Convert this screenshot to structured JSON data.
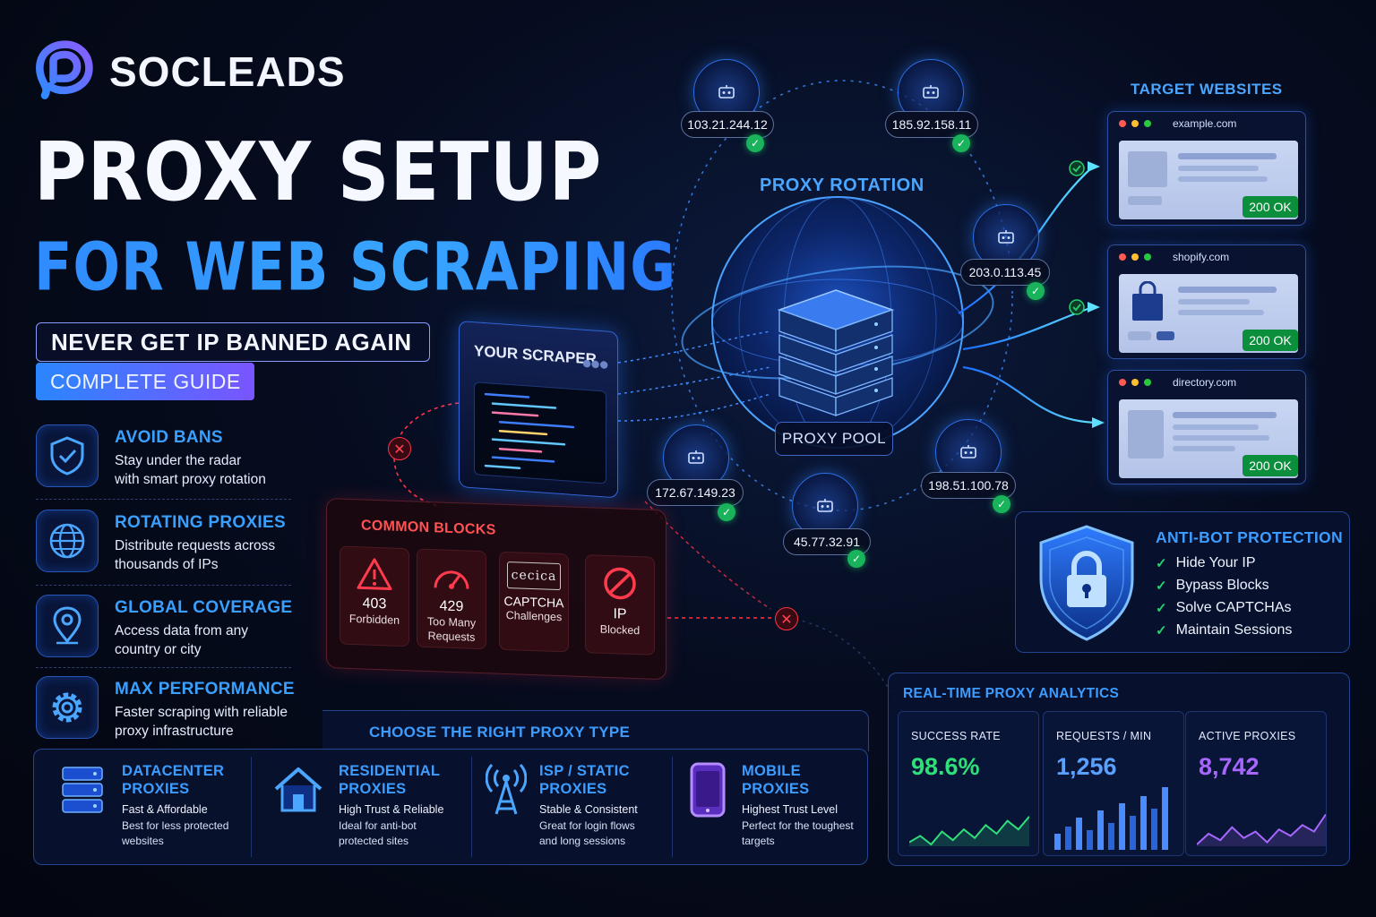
{
  "brand": {
    "name": "SOCLEADS"
  },
  "hero": {
    "line1": "PROXY SETUP",
    "line2": "FOR WEB SCRAPING",
    "tagline": "NEVER GET IP BANNED AGAIN",
    "badge": "COMPLETE GUIDE"
  },
  "features": [
    {
      "icon": "shield-check-icon",
      "title": "AVOID BANS",
      "desc1": "Stay under the radar",
      "desc2": "with smart proxy rotation"
    },
    {
      "icon": "globe-icon",
      "title": "ROTATING PROXIES",
      "desc1": "Distribute requests across",
      "desc2": "thousands of IPs"
    },
    {
      "icon": "location-pin-icon",
      "title": "GLOBAL COVERAGE",
      "desc1": "Access data from any",
      "desc2": "country or city"
    },
    {
      "icon": "gear-icon",
      "title": "MAX PERFORMANCE",
      "desc1": "Faster scraping with reliable",
      "desc2": "proxy infrastructure"
    }
  ],
  "network": {
    "rotation_label": "PROXY ROTATION",
    "pool_label": "PROXY POOL",
    "scraper_title": "YOUR SCRAPER",
    "nodes": [
      {
        "ip": "103.21.244.12"
      },
      {
        "ip": "185.92.158.11"
      },
      {
        "ip": "203.0.113.45"
      },
      {
        "ip": "198.51.100.78"
      },
      {
        "ip": "45.77.32.91"
      },
      {
        "ip": "172.67.149.23"
      }
    ]
  },
  "blocks": {
    "title": "COMMON BLOCKS",
    "items": [
      {
        "icon": "warning-icon",
        "code": "403",
        "sub": "Forbidden"
      },
      {
        "icon": "speedometer-icon",
        "code": "429",
        "sub": "Too Many Requests"
      },
      {
        "icon": "captcha-icon",
        "captcha_text": "cecica",
        "code": "CAPTCHA",
        "sub": "Challenges"
      },
      {
        "icon": "blocked-icon",
        "code": "IP",
        "sub": "Blocked"
      }
    ]
  },
  "targets": {
    "title": "TARGET WEBSITES",
    "sites": [
      {
        "url": "example.com",
        "status": "200 OK"
      },
      {
        "url": "shopify.com",
        "status": "200 OK"
      },
      {
        "url": "directory.com",
        "status": "200 OK"
      }
    ]
  },
  "antibot": {
    "title": "ANTI-BOT PROTECTION",
    "items": [
      "Hide Your IP",
      "Bypass Blocks",
      "Solve CAPTCHAs",
      "Maintain Sessions"
    ]
  },
  "analytics": {
    "title": "REAL-TIME PROXY ANALYTICS",
    "metrics": [
      {
        "label": "SUCCESS RATE",
        "value": "98.6%",
        "color": "#2fe07a",
        "spark": [
          28,
          22,
          30,
          18,
          26,
          16,
          24,
          12,
          20,
          8,
          16,
          4
        ]
      },
      {
        "label": "REQUESTS / MIN",
        "value": "1,256",
        "color": "#5aa0ff",
        "bars": [
          18,
          26,
          36,
          22,
          44,
          30,
          52,
          38,
          60,
          46,
          70
        ]
      },
      {
        "label": "ACTIVE PROXIES",
        "value": "8,742",
        "color": "#a767ff",
        "spark": [
          30,
          20,
          26,
          14,
          24,
          18,
          28,
          16,
          22,
          12,
          18,
          2
        ]
      }
    ]
  },
  "proxy_types": {
    "title": "CHOOSE THE RIGHT PROXY TYPE",
    "items": [
      {
        "icon": "server-stack-icon",
        "name": "DATACENTER\nPROXIES",
        "tag": "Fast & Affordable",
        "desc1": "Best for less protected",
        "desc2": "websites"
      },
      {
        "icon": "house-icon",
        "name": "RESIDENTIAL\nPROXIES",
        "tag": "High Trust & Reliable",
        "desc1": "Ideal for anti-bot",
        "desc2": "protected sites"
      },
      {
        "icon": "antenna-icon",
        "name": "ISP / STATIC\nPROXIES",
        "tag": "Stable & Consistent",
        "desc1": "Great for login flows",
        "desc2": "and long sessions"
      },
      {
        "icon": "smartphone-icon",
        "name": "MOBILE\nPROXIES",
        "tag": "Highest Trust Level",
        "desc1": "Perfect for the toughest",
        "desc2": "targets"
      }
    ]
  }
}
